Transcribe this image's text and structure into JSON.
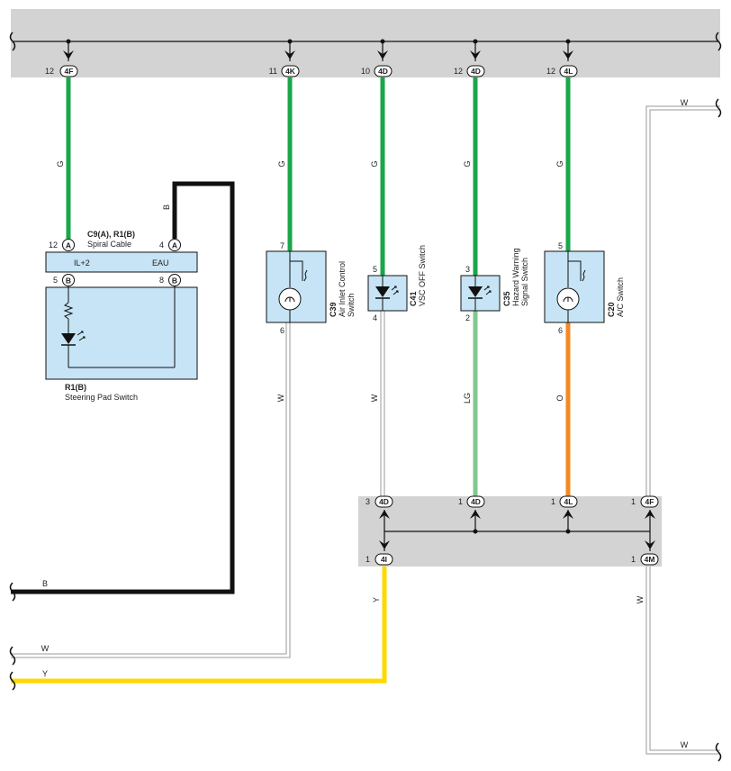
{
  "top_connectors": [
    {
      "pin": "12",
      "code": "4F"
    },
    {
      "pin": "11",
      "code": "4K"
    },
    {
      "pin": "10",
      "code": "4D"
    },
    {
      "pin": "12",
      "code": "4D"
    },
    {
      "pin": "12",
      "code": "4L"
    }
  ],
  "wire_colors": {
    "G": "G",
    "W": "W",
    "B": "B",
    "LG": "LG",
    "O": "O",
    "Y": "Y"
  },
  "spiral_cable": {
    "name": "C9(A), R1(B)",
    "desc": "Spiral Cable",
    "terminal_left": "IL+2",
    "terminal_right": "EAU",
    "pins": {
      "top_left": "12",
      "top_right": "4",
      "bottom_left": "5",
      "bottom_right": "8"
    },
    "letters": {
      "a": "A",
      "b": "B"
    }
  },
  "steering_pad": {
    "name": "R1(B)",
    "desc": "Steering Pad Switch"
  },
  "components": [
    {
      "id": "C39",
      "desc1": "Air Inlet Control",
      "desc2": "Switch",
      "pin_in": "7",
      "pin_out": "6"
    },
    {
      "id": "C41",
      "desc1": "VSC OFF Switch",
      "desc2": "",
      "pin_in": "5",
      "pin_out": "4"
    },
    {
      "id": "C35",
      "desc1": "Hazard Warning",
      "desc2": "Signal Switch",
      "pin_in": "3",
      "pin_out": "2"
    },
    {
      "id": "C20",
      "desc1": "A/C Switch",
      "desc2": "",
      "pin_in": "5",
      "pin_out": "6"
    }
  ],
  "junction_connectors": [
    {
      "pin": "3",
      "code": "4D"
    },
    {
      "pin": "1",
      "code": "4D"
    },
    {
      "pin": "1",
      "code": "4L"
    },
    {
      "pin": "1",
      "code": "4F"
    },
    {
      "pin": "1",
      "code": "4I"
    },
    {
      "pin": "1",
      "code": "4M"
    }
  ],
  "colors": {
    "green": "#1aa64a",
    "light_green": "#7fc98e",
    "black": "#111111",
    "white_wire": "#999999",
    "orange": "#f08a24",
    "yellow": "#ffd800",
    "box_fill": "#c6e4f5",
    "bus_fill": "#d3d3d3"
  }
}
